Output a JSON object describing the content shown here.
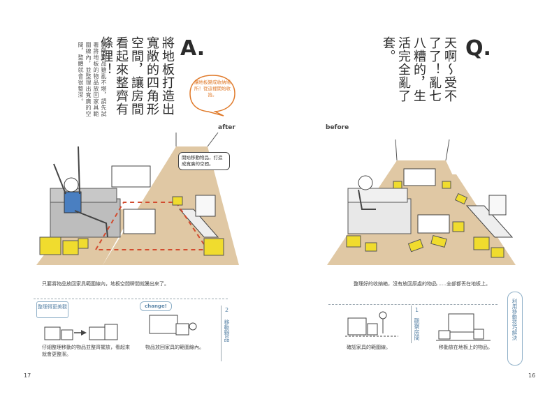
{
  "left": {
    "answer_letter": "A.",
    "headline": "將地板打造出寬敞的四角形空間，讓房間看起來整齊有條理！",
    "intro": "房間物品雖亂不堪，請先試著將地板的物品放回家具範圍線內，並整理出寬廣的空間，整體就會很整潔。",
    "bubble": "讓地板變成收納場所！從這裡開始收拾。",
    "photo_label": "after",
    "photo_bubble": "開始移動物品，打造成寬廣的空間。",
    "caption": "只要將物品放回家具範圍線內，地板空間瞬間就騰出來了。",
    "step_tag": "整理得更美觀",
    "step_change": "change!",
    "step_left_caption": "仔細整理移動的物品並整齊擺放，看起來就會更整潔。",
    "step_mid_caption": "物品放回家具的範圍線內。",
    "step_num": "2",
    "step_title": "移動物品",
    "page_number": "17"
  },
  "right": {
    "question_letter": "Q.",
    "headline": "天啊～受不了了！亂七八糟的，生活完全亂了套。",
    "photo_label": "before",
    "caption": "整理好的收納箱，沒有放回原處的物品……全部都丟在地板上。",
    "step_num": "1",
    "step_title": "觀察房間",
    "step_left_caption": "確認家具的範圍線。",
    "step_mid_caption": "移動放在地板上的物品。",
    "side_tab": "利用移動技巧解決",
    "page_number": "16"
  },
  "colors": {
    "floor": "#e0c8a4",
    "box": "#f0dc2e",
    "accent": "#e07a2a",
    "tab_blue": "#8fb0c8",
    "dash_red": "#d24b2e"
  }
}
